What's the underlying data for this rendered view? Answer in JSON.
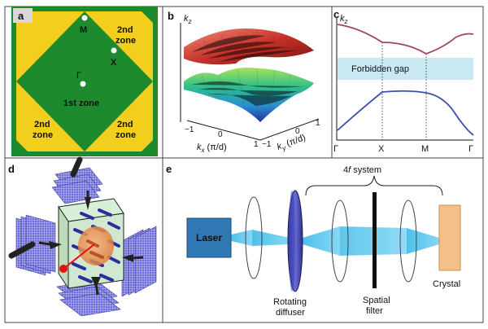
{
  "panels": {
    "a": {
      "letter": "a",
      "points": [
        "M",
        "X",
        "Γ"
      ],
      "zones": {
        "first": "1st zone",
        "second_top_right_line1": "2nd",
        "second_top_right_line2": "zone",
        "second_bottom_left_line1": "2nd",
        "second_bottom_left_line2": "zone",
        "second_bottom_right_line1": "2nd",
        "second_bottom_right_line2": "zone"
      },
      "colors": {
        "green": "#1e8a2e",
        "yellow": "#f2cf1d"
      }
    },
    "b": {
      "letter": "b",
      "z_axis": "k",
      "z_sub": "z",
      "kx_ticks": [
        "−1",
        "0",
        "1"
      ],
      "ky_ticks": [
        "−1",
        "0",
        "1"
      ],
      "kx_label": "k",
      "kx_sub": "x",
      "kx_unit": " (π/d)",
      "ky_label": "k",
      "ky_sub": "y",
      "ky_unit": " (π/d)"
    },
    "c": {
      "letter": "c",
      "y_axis": "k",
      "y_sub": "z",
      "gap_label": "Forbidden gap",
      "ticks": [
        "Γ",
        "X",
        "M",
        "Γ"
      ],
      "colors": {
        "upper": "#a0406e",
        "lower": "#3a4fb0",
        "gap": "#c9e8f2"
      }
    },
    "d": {
      "letter": "d"
    },
    "e": {
      "letter": "e",
      "laser": "Laser",
      "diffuser_line1": "Rotating",
      "diffuser_line2": "diffuser",
      "system_prefix": "4",
      "system_f": "f",
      "system_suffix": " system",
      "filter_line1": "Spatial",
      "filter_line2": "filter",
      "crystal": "Crystal",
      "colors": {
        "laser": "#2f78b4",
        "beam": "#5ec8ec",
        "crystal": "#f3c08a",
        "diffuser": "#3a3da0"
      }
    }
  }
}
